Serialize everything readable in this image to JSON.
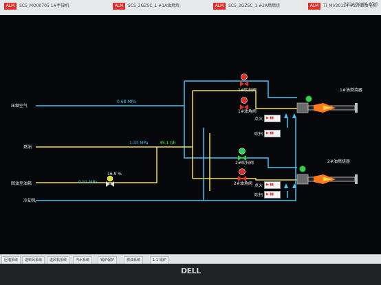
{
  "alarm_bar": {
    "items": [
      {
        "tag": "ALM",
        "text": "SCS_MO00705   1#手操机"
      },
      {
        "tag": "ALM",
        "text": "SCS_2GZSC_1   #1A油燃烧"
      },
      {
        "tag": "ALM",
        "text": "SCS_2GZSC_1   #2A燃燃烧"
      },
      {
        "tag": "ALM",
        "text": "TI_MV20114   #2冷却油电机"
      }
    ],
    "clock": "2024/10/06 07:0"
  },
  "labels": {
    "compressed_air": "压缩空气",
    "fuel_oil": "燃油",
    "return_oil": "回油至油箱",
    "cooling_air": "冷却风",
    "burner1": "1#油燃烧器",
    "burner2": "2#油燃烧器",
    "purge_valve1": "1#吹扫阀",
    "oil_valve1": "1#油角阀",
    "purge_valve2": "2#吹扫阀",
    "oil_valve2": "2#油角阀"
  },
  "values": {
    "air_pressure": "0.68 MPa",
    "oil_pressure": "1.47 MPa",
    "oil_flow": "35.1 t/h",
    "return_pressure": "0.51 MPa",
    "return_valve_pct": "16.9 %"
  },
  "buttons": {
    "ignite1": "点火",
    "purge1": "吹扫",
    "ignite2": "点火",
    "purge2": "吹扫"
  },
  "nav": [
    "压缩系统",
    "送料风系统",
    "送风机系统",
    "汽水系统",
    "锅炉保护",
    "燃油系统",
    "1-1 锅炉"
  ],
  "bezel_logo": "DELL",
  "colors": {
    "cyan": "#45c7f2",
    "yellow": "#f2e04a",
    "flame": "#ff7a1a",
    "valve_red": "#e03222"
  }
}
